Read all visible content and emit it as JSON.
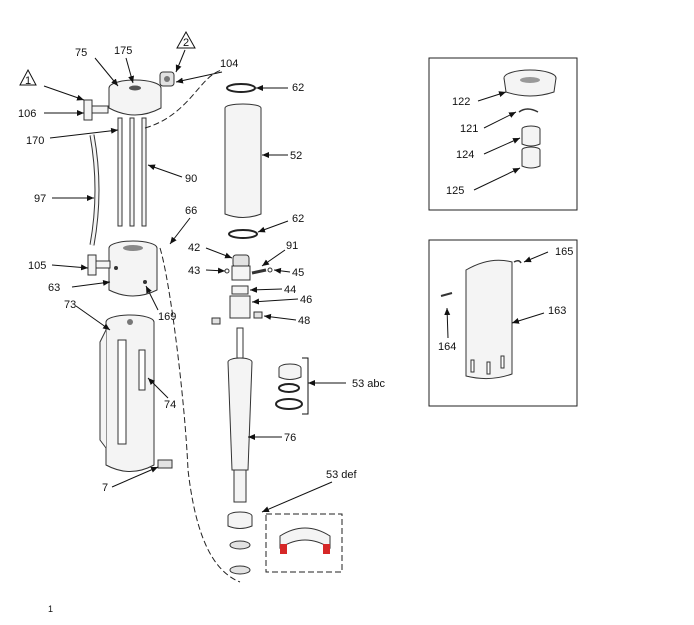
{
  "labels": {
    "l75": "75",
    "l175": "175",
    "l104": "104",
    "l62a": "62",
    "l106": "106",
    "l170": "170",
    "l52": "52",
    "l90": "90",
    "l97": "97",
    "l66": "66",
    "l62b": "62",
    "l42": "42",
    "l91": "91",
    "l105": "105",
    "l43": "43",
    "l45": "45",
    "l63": "63",
    "l44": "44",
    "l46": "46",
    "l73": "73",
    "l169": "169",
    "l48": "48",
    "l53abc": "53 abc",
    "l74": "74",
    "l76": "76",
    "l7": "7",
    "l53def": "53 def",
    "l122": "122",
    "l121": "121",
    "l124": "124",
    "l125": "125",
    "l165": "165",
    "l163": "163",
    "l164": "164",
    "warn1": "1",
    "warn2": "2",
    "page_mark": "1"
  },
  "colors": {
    "line": "#111111",
    "seal_accent": "#d62828"
  }
}
